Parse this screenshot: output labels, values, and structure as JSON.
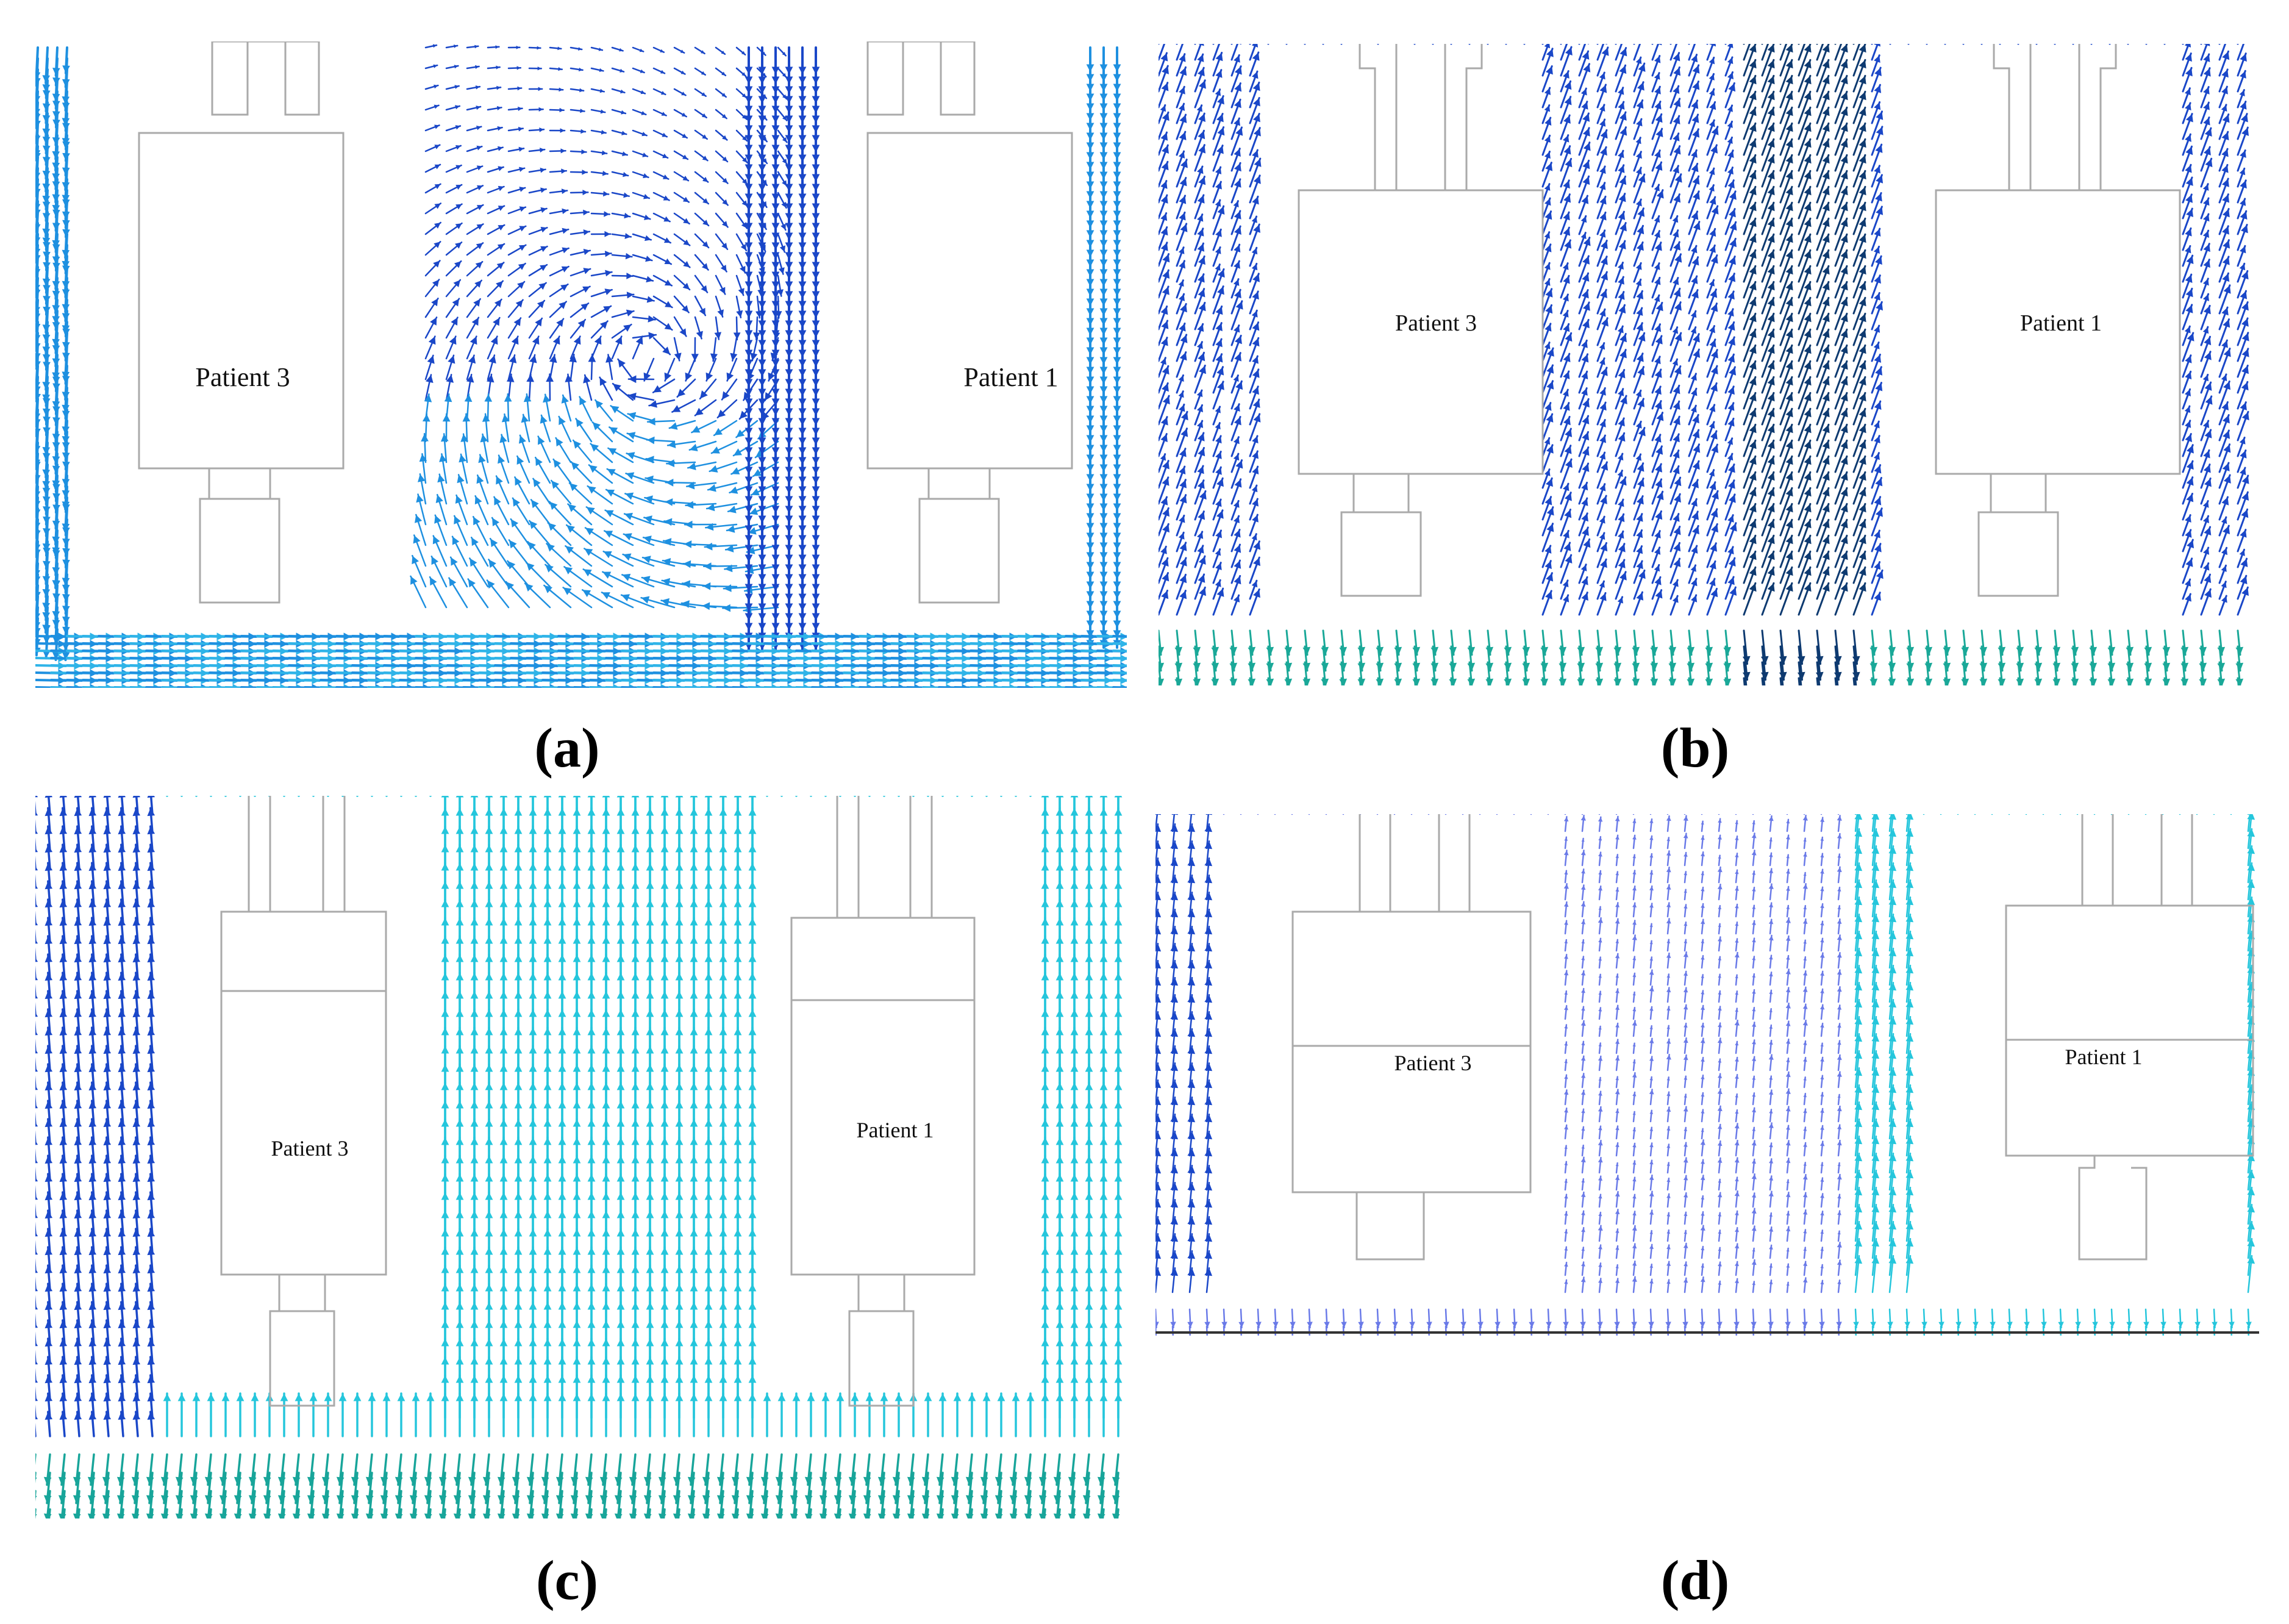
{
  "figure": {
    "panels": [
      {
        "id": "a",
        "label": "(a)",
        "patient_left": "Patient 3",
        "patient_right": "Patient 1",
        "flow_pattern": "horizontal-floor-with-central-vortex",
        "arrow_colors": [
          "#1a47c8",
          "#1e90e0",
          "#2fb4e8"
        ]
      },
      {
        "id": "b",
        "label": "(b)",
        "patient_left": "Patient 3",
        "patient_right": "Patient 1",
        "flow_pattern": "upward-diagonal-streams",
        "arrow_colors": [
          "#1a47c8",
          "#1e90e0",
          "#1aa898"
        ]
      },
      {
        "id": "c",
        "label": "(c)",
        "patient_left": "Patient 3",
        "patient_right": "Patient 1",
        "flow_pattern": "strong-vertical-columns",
        "arrow_colors": [
          "#1a47c8",
          "#25c6dc",
          "#18a59a"
        ]
      },
      {
        "id": "d",
        "label": "(d)",
        "patient_left": "Patient 3",
        "patient_right": "Patient 1",
        "flow_pattern": "weak-center-strong-right",
        "arrow_colors": [
          "#1a47c8",
          "#6a7ae8",
          "#25c6dc"
        ]
      }
    ]
  }
}
